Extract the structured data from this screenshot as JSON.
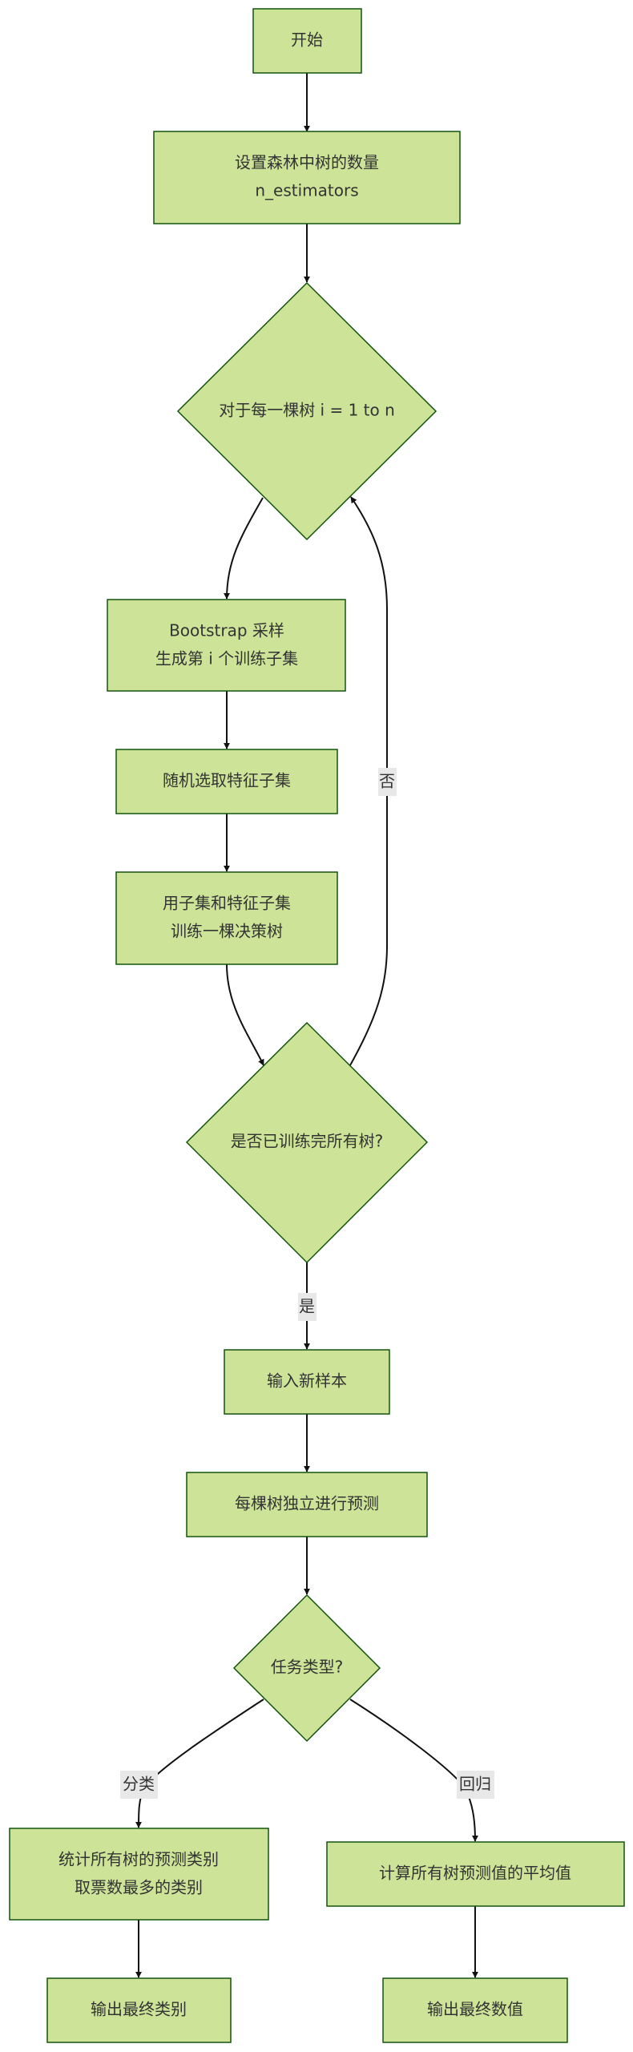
{
  "diagram": {
    "colors": {
      "node_fill": "#cde498",
      "node_stroke": "#13540c",
      "text": "#333333",
      "edge": "#111111",
      "label_bg": "#e8e8e8"
    },
    "nodes": {
      "start": {
        "lines": [
          "开始"
        ]
      },
      "set_trees": {
        "lines": [
          "设置森林中树的数量",
          "n_estimators"
        ]
      },
      "loop": {
        "lines": [
          "对于每一棵树 i = 1 to n"
        ]
      },
      "bootstrap": {
        "lines": [
          "Bootstrap 采样",
          "生成第 i 个训练子集"
        ]
      },
      "feature_subset": {
        "lines": [
          "随机选取特征子集"
        ]
      },
      "train_tree": {
        "lines": [
          "用子集和特征子集",
          "训练一棵决策树"
        ]
      },
      "all_trained": {
        "lines": [
          "是否已训练完所有树?"
        ]
      },
      "input_sample": {
        "lines": [
          "输入新样本"
        ]
      },
      "predict": {
        "lines": [
          "每棵树独立进行预测"
        ]
      },
      "task_type": {
        "lines": [
          "任务类型?"
        ]
      },
      "vote": {
        "lines": [
          "统计所有树的预测类别",
          "取票数最多的类别"
        ]
      },
      "mean": {
        "lines": [
          "计算所有树预测值的平均值"
        ]
      },
      "output_class": {
        "lines": [
          "输出最终类别"
        ]
      },
      "output_value": {
        "lines": [
          "输出最终数值"
        ]
      }
    },
    "edge_labels": {
      "no": "否",
      "yes": "是",
      "classification": "分类",
      "regression": "回归"
    }
  }
}
